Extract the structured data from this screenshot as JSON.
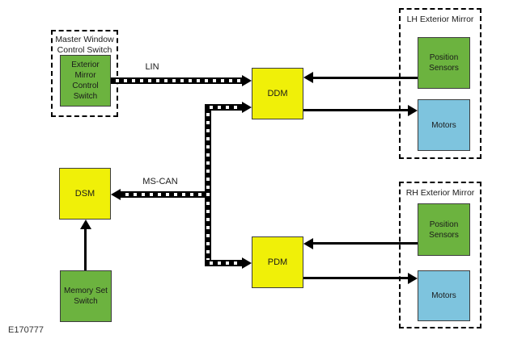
{
  "figure": {
    "code": "E170777"
  },
  "palette": {
    "module_yellow": "#F0F008",
    "switch_green": "#6CB33F",
    "motor_blue": "#7EC4DE",
    "line_black": "#000000"
  },
  "groups": {
    "master_window": {
      "label_lines": [
        "Master Window",
        "Control Switch"
      ]
    },
    "lh_mirror": {
      "label": "LH Exterior Mirror"
    },
    "rh_mirror": {
      "label": "RH Exterior Mirror"
    }
  },
  "nodes": {
    "exterior_mirror_control_switch": {
      "label_lines": [
        "Exterior Mirror",
        "Control Switch"
      ]
    },
    "ddm": {
      "label": "DDM"
    },
    "dsm": {
      "label": "DSM"
    },
    "pdm": {
      "label": "PDM"
    },
    "memory_set_switch": {
      "label_lines": [
        "Memory Set",
        "Switch"
      ]
    },
    "lh_position_sensors": {
      "label_lines": [
        "Position",
        "Sensors"
      ]
    },
    "lh_motors": {
      "label": "Motors"
    },
    "rh_position_sensors": {
      "label_lines": [
        "Position",
        "Sensors"
      ]
    },
    "rh_motors": {
      "label": "Motors"
    }
  },
  "buses": {
    "lin": {
      "label": "LIN"
    },
    "ms_can": {
      "label": "MS-CAN"
    }
  }
}
